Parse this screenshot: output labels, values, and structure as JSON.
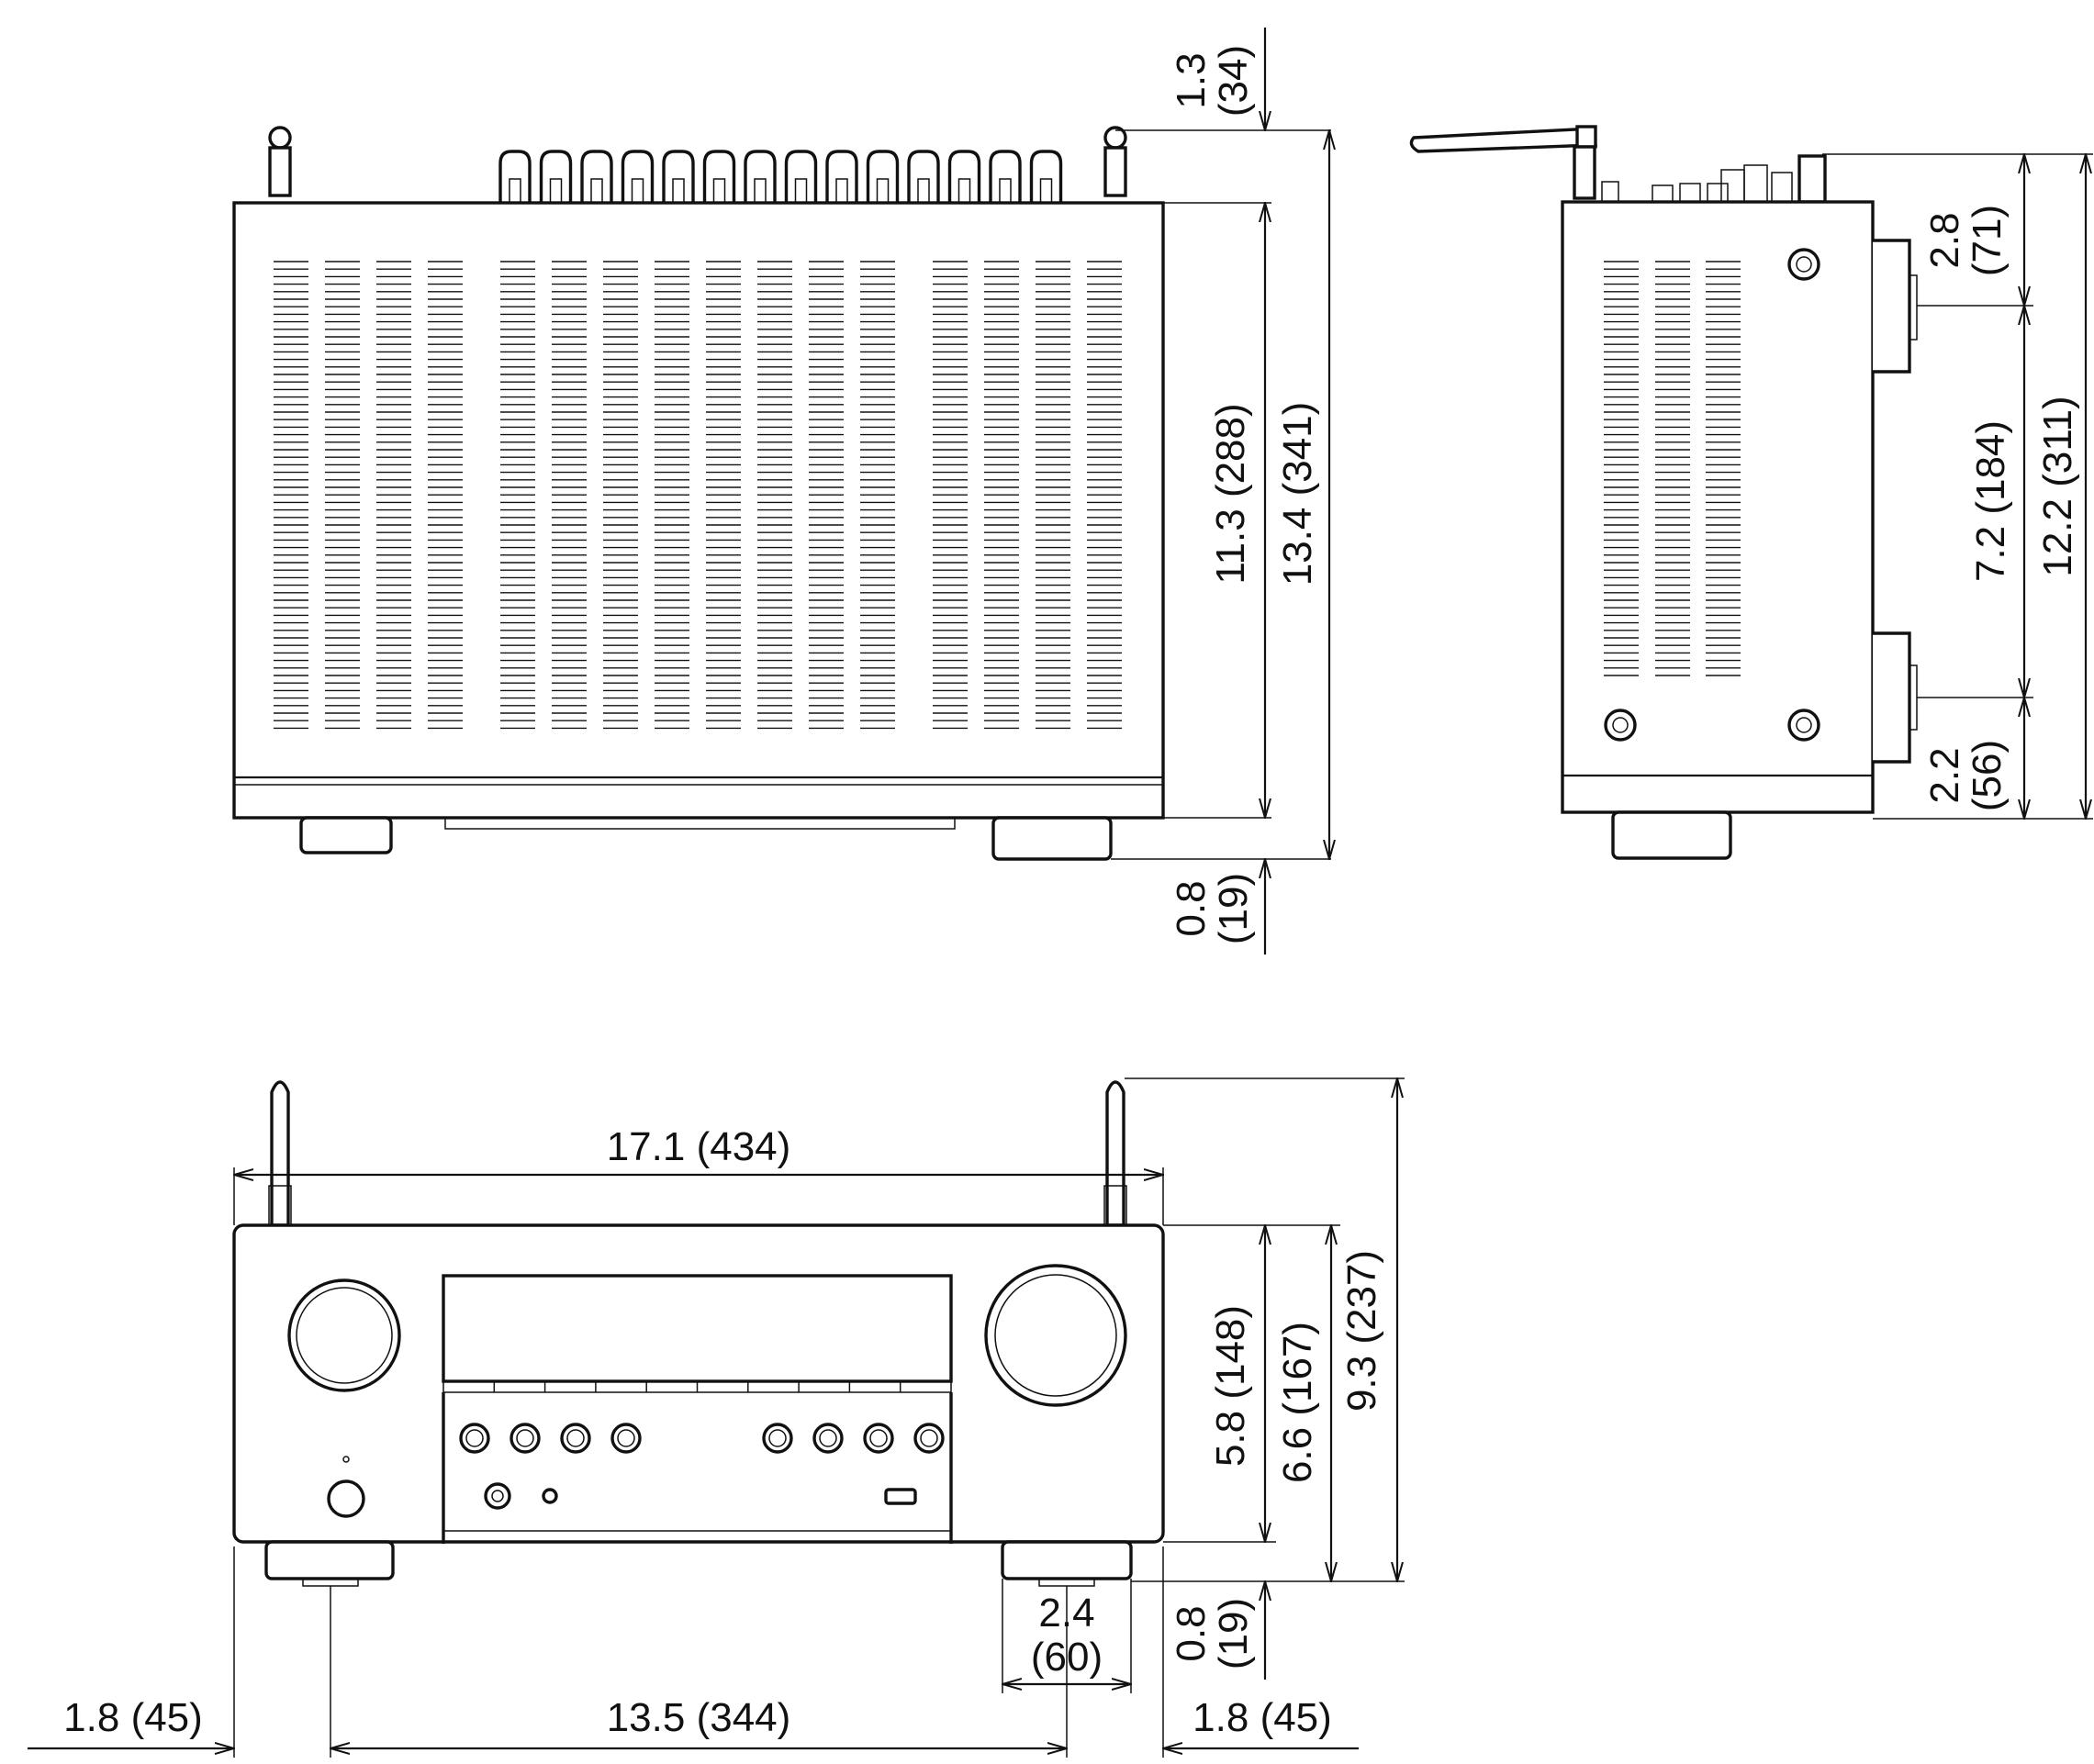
{
  "top_view": {
    "dimensions": {
      "antenna_height": "1.3\n(34)",
      "body_depth": "11.3 (288)",
      "total_depth": "13.4 (341)",
      "foot": "0.8\n(19)"
    }
  },
  "side_view": {
    "dimensions": {
      "upper": "2.8\n(71)",
      "middle": "7.2 (184)",
      "lower": "2.2\n(56)",
      "total": "12.2 (311)"
    }
  },
  "front_view": {
    "dimensions": {
      "width": "17.1 (434)",
      "body_height": "5.8 (148)",
      "height_with_feet": "6.6 (167)",
      "height_with_antenna": "9.3 (237)",
      "foot_height": "0.8\n(19)",
      "foot_width": "2.4\n(60)",
      "foot_spacing": "13.5 (344)",
      "left_offset": "1.8 (45)",
      "right_offset": "1.8 (45)"
    }
  }
}
